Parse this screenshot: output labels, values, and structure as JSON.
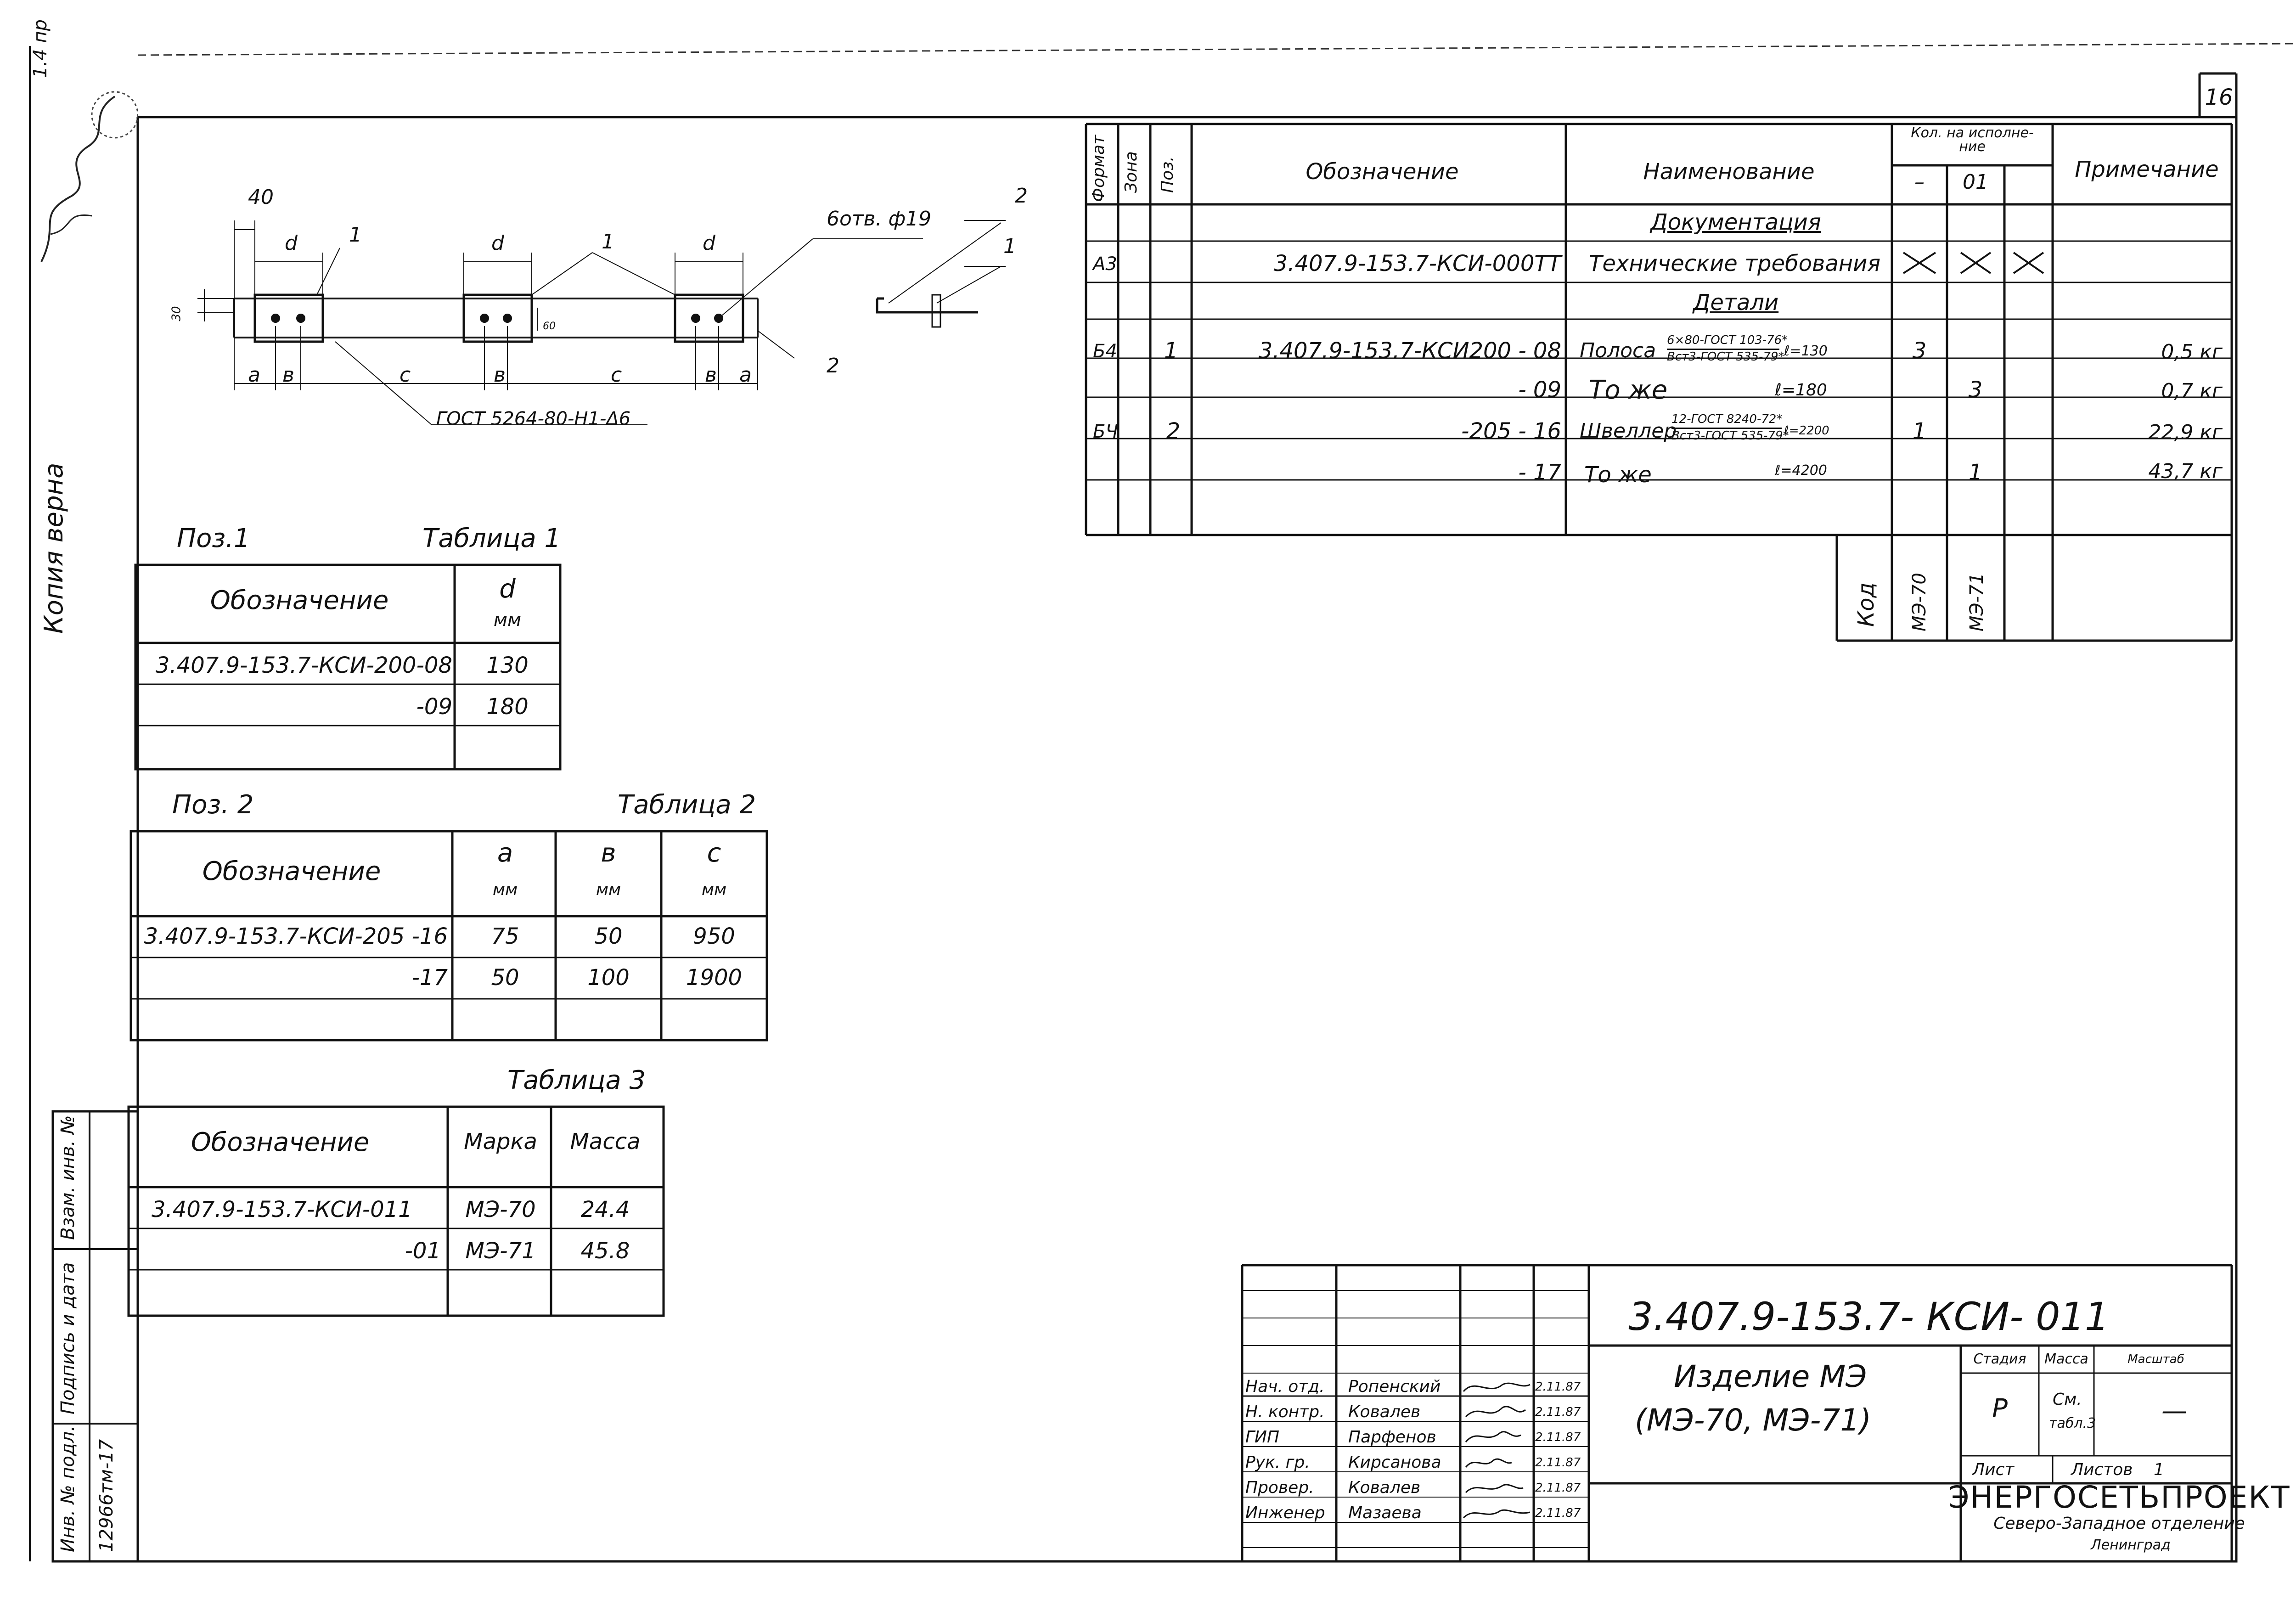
{
  "sheet": {
    "number": "16",
    "margin_note": "Копия верна",
    "corner_text": "1.4 пр"
  },
  "side_stamp": {
    "inv_podl_label": "Инв. № подл.",
    "inv_podl_value": "12966тм-17",
    "podpis_label": "Подпись и дата",
    "vzam_label": "Взам. инв. №"
  },
  "drawing": {
    "dim_40": "40",
    "dim_30": "30",
    "dim_d": "d",
    "dim_a": "a",
    "dim_b": "в",
    "dim_c": "c",
    "dim_small": "60",
    "pos1": "1",
    "pos2": "2",
    "hole_note": "6отв. ф19",
    "weld_note": "ГОСТ 5264-80-Н1-Δ6"
  },
  "table1": {
    "pos": "Поз.1",
    "caption": "Таблица 1",
    "headers": [
      "Обозначение",
      "d",
      "мм"
    ],
    "rows": [
      {
        "designation": "3.407.9-153.7-КСИ-200-08",
        "d": "130"
      },
      {
        "designation": "-09",
        "d": "180"
      }
    ]
  },
  "table2": {
    "pos": "Поз. 2",
    "caption": "Таблица 2",
    "headers": [
      "Обозначение",
      "a",
      "в",
      "c",
      "мм"
    ],
    "rows": [
      {
        "designation": "3.407.9-153.7-КСИ-205 -16",
        "a": "75",
        "b": "50",
        "c": "950"
      },
      {
        "designation": "-17",
        "a": "50",
        "b": "100",
        "c": "1900"
      }
    ]
  },
  "table3": {
    "caption": "Таблица 3",
    "headers": [
      "Обозначение",
      "Марка",
      "Масса"
    ],
    "rows": [
      {
        "designation": "3.407.9-153.7-КСИ-011",
        "mark": "МЭ-70",
        "mass": "24.4"
      },
      {
        "designation": "-01",
        "mark": "МЭ-71",
        "mass": "45.8"
      }
    ]
  },
  "spec": {
    "headers": {
      "format": "Формат",
      "zone": "Зона",
      "pos": "Поз.",
      "designation": "Обозначение",
      "name": "Наименование",
      "qty": "Кол. на исполне-ние",
      "qty_dash": "–",
      "qty_01": "01",
      "note": "Примечание"
    },
    "sections": {
      "docs": "Документация",
      "parts": "Детали"
    },
    "rows": [
      {
        "format": "А3",
        "zone": "",
        "pos": "",
        "designation": "3.407.9-153.7-КСИ-000ТТ",
        "name": "Технические требования",
        "q0": "×",
        "q1": "×",
        "q2": "×",
        "note": ""
      },
      {
        "format": "Б4",
        "zone": "",
        "pos": "1",
        "designation": "3.407.9-153.7-КСИ200 - 08",
        "name": "Полоса",
        "frac_top": "6×80-ГОСТ 103-76*",
        "frac_bot": "Вст3-ГОСТ 535-79*",
        "length": "ℓ=130",
        "q0": "3",
        "q1": "",
        "q2": "",
        "note": "0,5 кг"
      },
      {
        "format": "",
        "zone": "",
        "pos": "",
        "designation": "- 09",
        "name": "То же",
        "length": "ℓ=180",
        "q0": "",
        "q1": "3",
        "q2": "",
        "note": "0,7 кг"
      },
      {
        "format": "БЧ",
        "zone": "",
        "pos": "2",
        "designation": "-205 - 16",
        "name": "Швеллер",
        "frac_top": "12-ГОСТ 8240-72*",
        "frac_bot": "Вст3-ГОСТ 535-79*",
        "length": "ℓ=2200",
        "q0": "1",
        "q1": "",
        "q2": "",
        "note": "22,9 кг"
      },
      {
        "format": "",
        "zone": "",
        "pos": "",
        "designation": "- 17",
        "name": "То же",
        "length": "ℓ=4200",
        "q0": "",
        "q1": "1",
        "q2": "",
        "note": "43,7 кг"
      }
    ],
    "code": {
      "label": "Код",
      "c1": "МЭ-70",
      "c2": "МЭ-71"
    }
  },
  "title_block": {
    "doc_number": "3.407.9-153.7- КСИ- 011",
    "product_title_1": "Изделие МЭ",
    "product_title_2": "(МЭ-70, МЭ-71)",
    "stage_label": "Стадия",
    "stage": "Р",
    "mass_label": "Масса",
    "mass_value_1": "См.",
    "mass_value_2": "табл.3",
    "scale_label": "Масштаб",
    "scale": "—",
    "sheet_label": "Лист",
    "sheets_label": "Листов",
    "sheets": "1",
    "org_name": "ЭНЕРГОСЕТЬПРОЕКТ",
    "org_sub": "Северо-Западное отделение",
    "org_city": "Ленинград",
    "signers": [
      {
        "role": "Нач. отд.",
        "name": "Ропенский",
        "date": "2.11.87"
      },
      {
        "role": "Н. контр.",
        "name": "Ковалев",
        "date": "2.11.87"
      },
      {
        "role": "ГИП",
        "name": "Парфенов",
        "date": "2.11.87"
      },
      {
        "role": "Рук. гр.",
        "name": "Кирсанова",
        "date": "2.11.87"
      },
      {
        "role": "Провер.",
        "name": "Ковалев",
        "date": "2.11.87"
      },
      {
        "role": "Инженер",
        "name": "Мазаева",
        "date": "2.11.87"
      }
    ]
  }
}
